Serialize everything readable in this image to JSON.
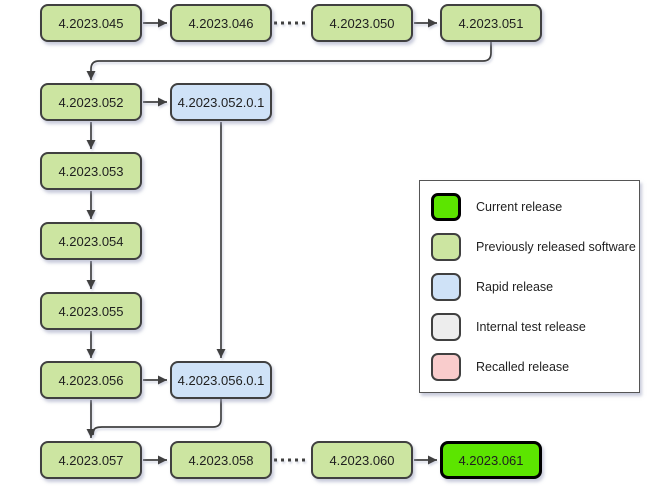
{
  "diagram": {
    "palette": {
      "current": {
        "fill": "#5ce500",
        "border": "#000000"
      },
      "previous": {
        "fill": "#cce5a1",
        "border": "#404040"
      },
      "rapid": {
        "fill": "#cfe2f7",
        "border": "#404040"
      },
      "internal": {
        "fill": "#ededed",
        "border": "#404040"
      },
      "recalled": {
        "fill": "#f9cccc",
        "border": "#404040"
      },
      "edge_color": "#3f3f3f",
      "text_color": "#1f1f1f"
    },
    "nodes": [
      {
        "id": "4.2023.045",
        "label": "4.2023.045",
        "type": "previous",
        "col": 0,
        "row": 0
      },
      {
        "id": "4.2023.046",
        "label": "4.2023.046",
        "type": "previous",
        "col": 1,
        "row": 0
      },
      {
        "id": "4.2023.050",
        "label": "4.2023.050",
        "type": "previous",
        "col": 2,
        "row": 0
      },
      {
        "id": "4.2023.051",
        "label": "4.2023.051",
        "type": "previous",
        "col": 3,
        "row": 0
      },
      {
        "id": "4.2023.052",
        "label": "4.2023.052",
        "type": "previous",
        "col": 0,
        "row": 1
      },
      {
        "id": "4.2023.052.0.1",
        "label": "4.2023.052.0.1",
        "type": "rapid",
        "col": 1,
        "row": 1
      },
      {
        "id": "4.2023.053",
        "label": "4.2023.053",
        "type": "previous",
        "col": 0,
        "row": 2
      },
      {
        "id": "4.2023.054",
        "label": "4.2023.054",
        "type": "previous",
        "col": 0,
        "row": 3
      },
      {
        "id": "4.2023.055",
        "label": "4.2023.055",
        "type": "previous",
        "col": 0,
        "row": 4
      },
      {
        "id": "4.2023.056",
        "label": "4.2023.056",
        "type": "previous",
        "col": 0,
        "row": 5
      },
      {
        "id": "4.2023.056.0.1",
        "label": "4.2023.056.0.1",
        "type": "rapid",
        "col": 1,
        "row": 5
      },
      {
        "id": "4.2023.057",
        "label": "4.2023.057",
        "type": "previous",
        "col": 0,
        "row": 6
      },
      {
        "id": "4.2023.058",
        "label": "4.2023.058",
        "type": "previous",
        "col": 1,
        "row": 6
      },
      {
        "id": "4.2023.060",
        "label": "4.2023.060",
        "type": "previous",
        "col": 2,
        "row": 6
      },
      {
        "id": "4.2023.061",
        "label": "4.2023.061",
        "type": "current",
        "col": 3,
        "row": 6
      }
    ],
    "edges": [
      {
        "from": "4.2023.045",
        "to": "4.2023.046",
        "route": "h",
        "arrow": true
      },
      {
        "from": "4.2023.046",
        "to": "4.2023.050",
        "route": "h-dotted",
        "arrow": false
      },
      {
        "from": "4.2023.050",
        "to": "4.2023.051",
        "route": "h",
        "arrow": true
      },
      {
        "from": "4.2023.051",
        "to": "4.2023.052",
        "route": "wrap-left",
        "arrow": true
      },
      {
        "from": "4.2023.052",
        "to": "4.2023.052.0.1",
        "route": "h",
        "arrow": true
      },
      {
        "from": "4.2023.052",
        "to": "4.2023.053",
        "route": "v",
        "arrow": true
      },
      {
        "from": "4.2023.053",
        "to": "4.2023.054",
        "route": "v",
        "arrow": true
      },
      {
        "from": "4.2023.054",
        "to": "4.2023.055",
        "route": "v",
        "arrow": true
      },
      {
        "from": "4.2023.055",
        "to": "4.2023.056",
        "route": "v",
        "arrow": true
      },
      {
        "from": "4.2023.052.0.1",
        "to": "4.2023.056.0.1",
        "route": "v",
        "arrow": true
      },
      {
        "from": "4.2023.056",
        "to": "4.2023.056.0.1",
        "route": "h",
        "arrow": true
      },
      {
        "from": "4.2023.056",
        "to": "4.2023.057",
        "route": "v",
        "arrow": true
      },
      {
        "from": "4.2023.056.0.1",
        "to": "4.2023.057",
        "route": "merge-left",
        "arrow": false
      },
      {
        "from": "4.2023.057",
        "to": "4.2023.058",
        "route": "h",
        "arrow": true
      },
      {
        "from": "4.2023.058",
        "to": "4.2023.060",
        "route": "h-dotted",
        "arrow": false
      },
      {
        "from": "4.2023.060",
        "to": "4.2023.061",
        "route": "h",
        "arrow": true
      }
    ]
  },
  "legend": {
    "items": [
      {
        "label": "Current release",
        "type": "current"
      },
      {
        "label": "Previously released software",
        "type": "previous"
      },
      {
        "label": "Rapid release",
        "type": "rapid"
      },
      {
        "label": "Internal test release",
        "type": "internal"
      },
      {
        "label": "Recalled release",
        "type": "recalled"
      }
    ]
  }
}
